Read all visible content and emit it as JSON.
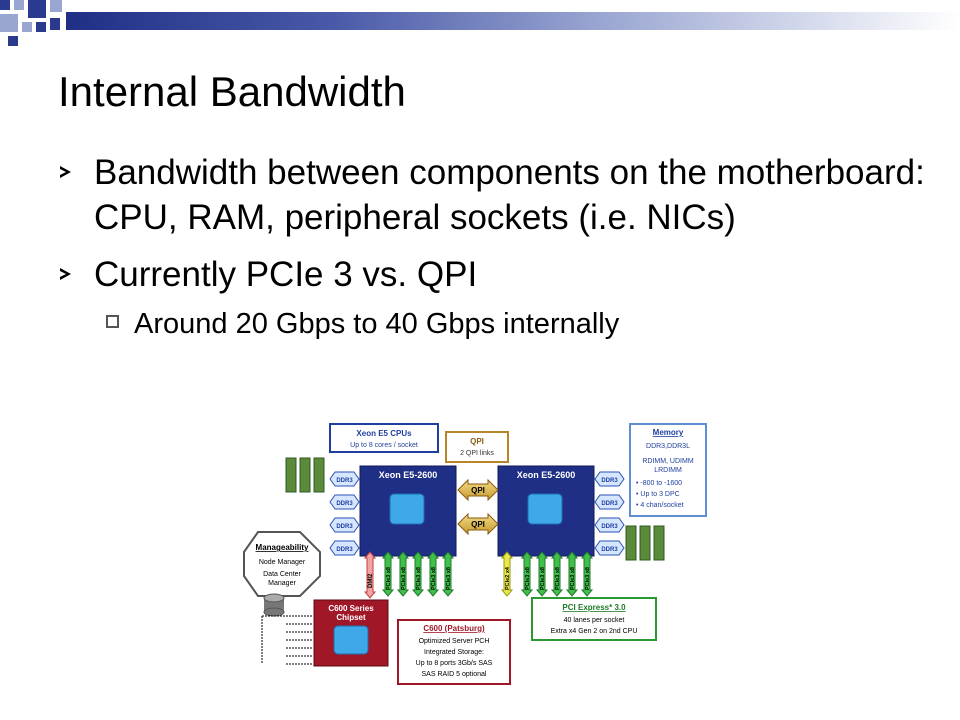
{
  "slide": {
    "title": "Internal Bandwidth",
    "bullets": [
      "Bandwidth between components on the motherboard: CPU, RAM, peripheral sockets (i.e. NICs)",
      "Currently PCIe 3 vs. QPI"
    ],
    "sub_bullets": [
      "Around 20 Gbps to 40 Gbps internally"
    ]
  },
  "diagram": {
    "cpus_box": {
      "title": "Xeon E5 CPUs",
      "subtitle": "Up to 8 cores / socket"
    },
    "qpi_box": {
      "title": "QPI",
      "subtitle": "2 QPI links"
    },
    "memory_box": {
      "title": "Memory",
      "lines": [
        "DDR3,DDR3L",
        "RDIMM, UDIMM",
        "LRDIMM",
        "• -800 to -1600",
        "• Up to 3 DPC",
        "• 4 chan/socket"
      ]
    },
    "cpu_left_label": "Xeon E5-2600",
    "cpu_right_label": "Xeon E5-2600",
    "qpi_label": "QPI",
    "ddr_label": "DDR3",
    "pcie_label": "PCIe3 x8",
    "pcie_x4_label": "PCIe2 x4",
    "dmi_label": "DMI2",
    "manageability": {
      "title": "Manageability",
      "lines": [
        "Node Manager",
        "Data Center",
        "Manager"
      ]
    },
    "chipset": {
      "title": "C600 Series",
      "subtitle": "Chipset"
    },
    "patsburg": {
      "title": "C600 (Patsburg)",
      "lines": [
        "Optimized Server PCH",
        "Integrated Storage:",
        "Up to 8 ports 3Gb/s SAS",
        "SAS RAID 5 optional"
      ]
    },
    "pci_express": {
      "title": "PCI Express* 3.0",
      "lines": [
        "40 lanes per socket",
        "Extra x4 Gen 2 on 2nd CPU"
      ]
    }
  }
}
